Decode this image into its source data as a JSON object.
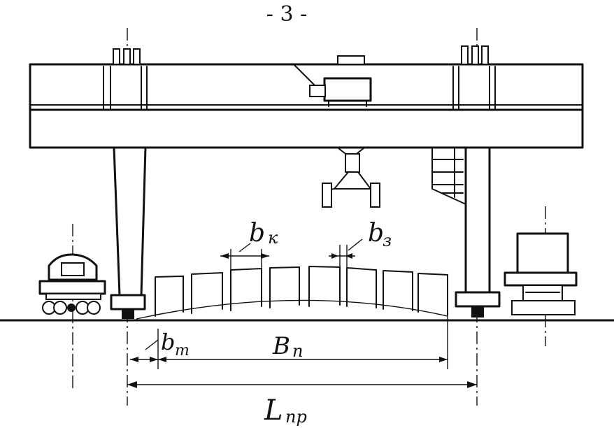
{
  "page_number": "- 3 -",
  "labels": {
    "b_k": {
      "main": "b",
      "sub": "к"
    },
    "b_z": {
      "main": "b",
      "sub": "з"
    },
    "b_t": {
      "main": "b",
      "sub": "т"
    },
    "B_p": {
      "main": "B",
      "sub": "п"
    },
    "L_pr": {
      "main": "L",
      "sub": "пр"
    }
  }
}
